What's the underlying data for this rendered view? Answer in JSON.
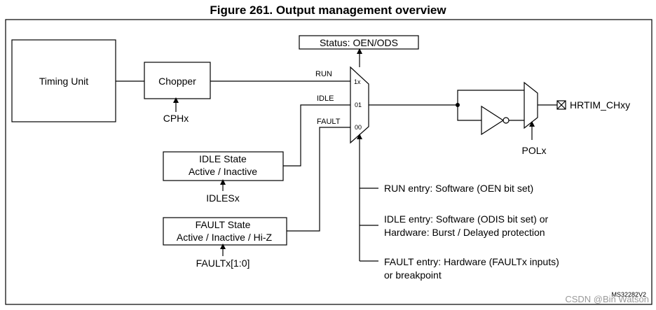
{
  "title": "Figure 261. Output management overview",
  "blocks": {
    "timing_unit": "Timing Unit",
    "chopper": "Chopper",
    "status": "Status: OEN/ODS",
    "idle_state_line1": "IDLE State",
    "idle_state_line2": "Active / Inactive",
    "fault_state_line1": "FAULT State",
    "fault_state_line2": "Active / Inactive / Hi-Z"
  },
  "signals": {
    "cphx": "CPHx",
    "idlesx": "IDLESx",
    "faultx": "FAULTx[1:0]",
    "run": "RUN",
    "idle": "IDLE",
    "fault": "FAULT",
    "sel_1x": "1x",
    "sel_01": "01",
    "sel_00": "00",
    "polx": "POLx",
    "output": "HRTIM_CHxy"
  },
  "notes": {
    "run_entry": "RUN entry: Software (OEN bit set)",
    "idle_entry_line1": "IDLE entry: Software (ODIS bit set) or",
    "idle_entry_line2": "Hardware: Burst / Delayed protection",
    "fault_entry_line1": "FAULT entry: Hardware (FAULTx inputs)",
    "fault_entry_line2": "or breakpoint"
  },
  "figure_code": "MS32282V2",
  "watermark": "CSDN @Bin Watson"
}
